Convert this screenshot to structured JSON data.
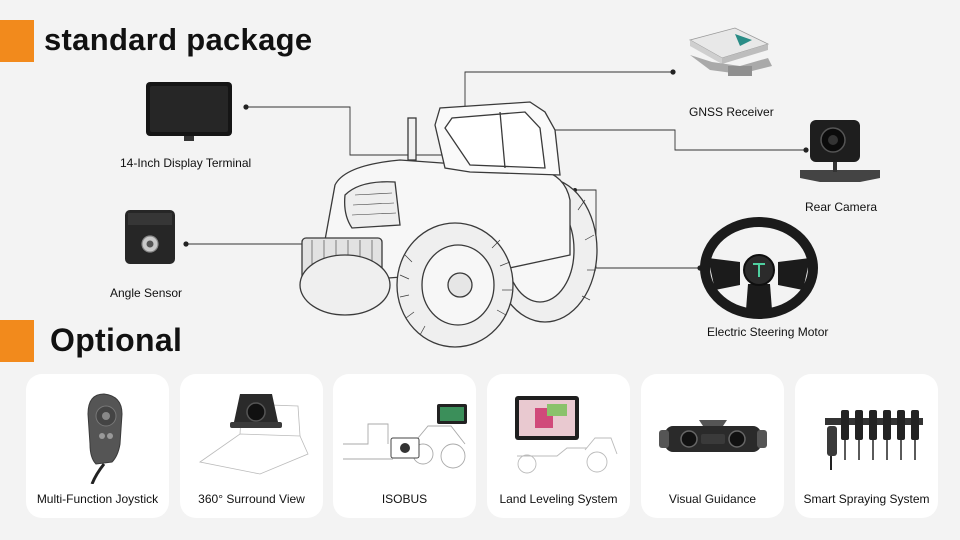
{
  "headings": {
    "standard": "standard package",
    "optional": "Optional"
  },
  "standard_items": {
    "display": "14-Inch Display Terminal",
    "gnss": "GNSS Receiver",
    "camera": "Rear Camera",
    "angle": "Angle Sensor",
    "steering": "Electric Steering Motor"
  },
  "optional_items": [
    {
      "label": "Multi-Function Joystick",
      "icon": "joystick-icon"
    },
    {
      "label": "360° Surround View",
      "icon": "surround-camera-icon"
    },
    {
      "label": "ISOBUS",
      "icon": "isobus-icon"
    },
    {
      "label": "Land Leveling System",
      "icon": "land-leveling-icon"
    },
    {
      "label": "Visual Guidance",
      "icon": "visual-guidance-icon"
    },
    {
      "label": "Smart Spraying System",
      "icon": "spraying-system-icon"
    }
  ],
  "colors": {
    "accent": "#f28a1c",
    "background": "#f3f3f3",
    "card": "#ffffff",
    "line": "#333333"
  }
}
